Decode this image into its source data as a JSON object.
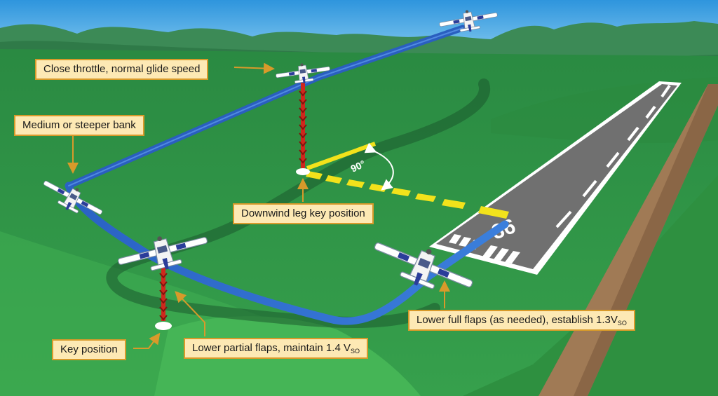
{
  "labels": {
    "close_throttle": "Close throttle, normal glide speed",
    "medium_bank": "Medium or steeper bank",
    "downwind_key": "Downwind leg key position",
    "key_position": "Key position",
    "partial_flaps": "Lower partial flaps, maintain 1.4 V",
    "partial_flaps_sub": "SO",
    "full_flaps": "Lower full flaps (as needed), establish 1.3V",
    "full_flaps_sub": "SO",
    "angle": "90°",
    "runway_number": "36"
  },
  "colors": {
    "sky": "#3fa6e6",
    "mountains": "#3c8a56",
    "grass": "#2f8e44",
    "grass_dark": "#23703a",
    "runway": "#6f6f6f",
    "path": "#2f6fd0",
    "marker_yellow": "#f2e21b",
    "descent_red": "#d0271c",
    "callout_fill": "#fde9b4",
    "callout_border": "#d89a2a"
  },
  "icons": [
    "airplane-icon",
    "position-marker-icon",
    "descent-chevrons-icon",
    "angle-arc-icon"
  ]
}
